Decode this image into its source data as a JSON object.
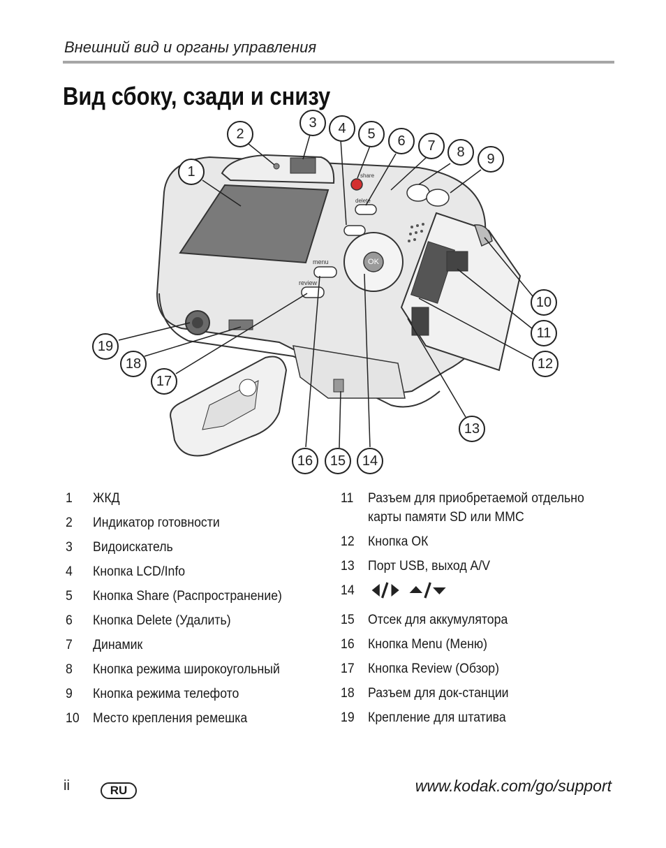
{
  "header": {
    "title": "Внешний вид и органы управления"
  },
  "page_title": "Вид сбоку, сзади и снизу",
  "callouts": [
    "1",
    "2",
    "3",
    "4",
    "5",
    "6",
    "7",
    "8",
    "9",
    "10",
    "11",
    "12",
    "13",
    "14",
    "15",
    "16",
    "17",
    "18",
    "19"
  ],
  "camera_labels": {
    "share": "share",
    "delete": "delete",
    "menu": "menu",
    "review": "review",
    "ok": "OK"
  },
  "legend_left": [
    {
      "num": "1",
      "text": "ЖКД"
    },
    {
      "num": "2",
      "text": "Индикатор готовности"
    },
    {
      "num": "3",
      "text": "Видоискатель"
    },
    {
      "num": "4",
      "text": "Кнопка LCD/Info"
    },
    {
      "num": "5",
      "text": "Кнопка Share (Распространение)"
    },
    {
      "num": "6",
      "text": "Кнопка Delete (Удалить)"
    },
    {
      "num": "7",
      "text": "Динамик"
    },
    {
      "num": "8",
      "text": "Кнопка режима широкоугольный"
    },
    {
      "num": "9",
      "text": "Кнопка режима телефото"
    },
    {
      "num": "10",
      "text": "Место крепления ремешка"
    }
  ],
  "legend_right": [
    {
      "num": "11",
      "text": "Разъем для приобретаемой отдельно карты памяти SD или MMC"
    },
    {
      "num": "12",
      "text": "Кнопка ОК"
    },
    {
      "num": "13",
      "text": "Порт USB, выход A/V"
    },
    {
      "num": "14",
      "text": ""
    },
    {
      "num": "15",
      "text": "Отсек для аккумулятора"
    },
    {
      "num": "16",
      "text": "Кнопка Menu (Меню)"
    },
    {
      "num": "17",
      "text": "Кнопка Review (Обзор)"
    },
    {
      "num": "18",
      "text": "Разъем для док-станции"
    },
    {
      "num": "19",
      "text": "Крепление для штатива"
    }
  ],
  "footer": {
    "page_number": "ii",
    "language": "RU",
    "url": "www.kodak.com/go/support"
  }
}
